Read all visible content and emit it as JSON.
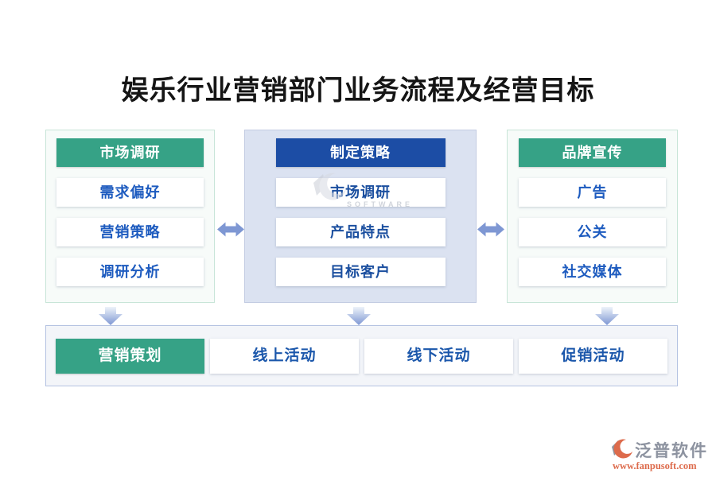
{
  "title": "娱乐行业营销部门业务流程及经营目标",
  "columns": [
    {
      "header": "市场调研",
      "items": [
        "需求偏好",
        "营销策略",
        "调研分析"
      ]
    },
    {
      "header": "制定策略",
      "items": [
        "市场调研",
        "产品特点",
        "目标客户"
      ]
    },
    {
      "header": "品牌宣传",
      "items": [
        "广告",
        "公关",
        "社交媒体"
      ]
    }
  ],
  "bottom_row": [
    "营销策划",
    "线上活动",
    "线下活动",
    "促销活动"
  ],
  "watermark": {
    "brand": "泛普软件",
    "url": "www.fanpusoft.com",
    "center_caption": "SOFTWARE"
  },
  "icons": {
    "h_arrow": "left-right-arrow",
    "down_arrow": "down-arrow",
    "logo": "fanpu-logo"
  },
  "colors": {
    "green_header": "#36a286",
    "blue_header": "#1c4da5",
    "item_text_sans": "#1d5bbf",
    "item_text_serif": "#1b4f9f",
    "panel_green_bg": "#f7fbf9",
    "panel_blue_bg": "#dbe2f1",
    "bottom_bar_bg": "#f3f5f9",
    "arrow": "#7e97d3",
    "watermark_gray": "#8d93a0",
    "watermark_orange": "#dd6b4c"
  }
}
